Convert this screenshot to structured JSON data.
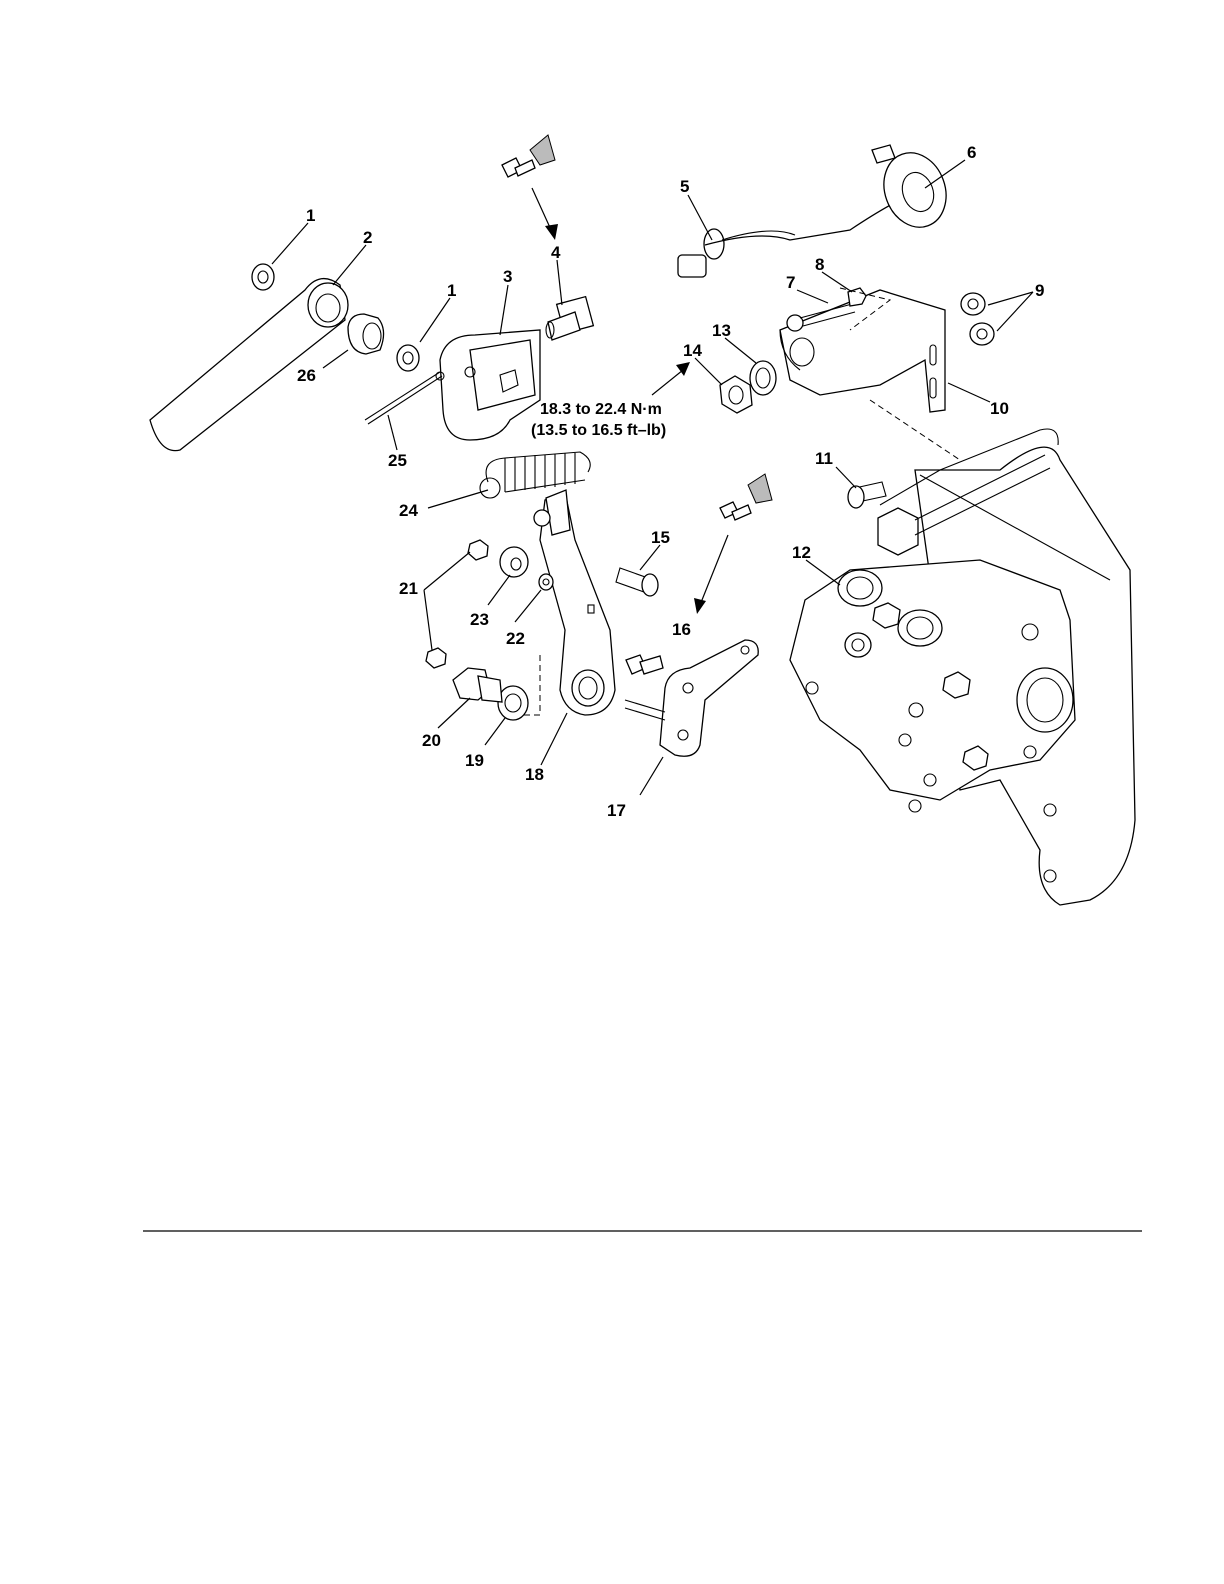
{
  "callouts": {
    "c1a": "1",
    "c1b": "1",
    "c2": "2",
    "c3": "3",
    "c4": "4",
    "c5": "5",
    "c6": "6",
    "c7": "7",
    "c8": "8",
    "c9": "9",
    "c10": "10",
    "c11": "11",
    "c12": "12",
    "c13": "13",
    "c14": "14",
    "c15": "15",
    "c16": "16",
    "c17": "17",
    "c18": "18",
    "c19": "19",
    "c20": "20",
    "c21": "21",
    "c22": "22",
    "c23": "23",
    "c24": "24",
    "c25": "25",
    "c26": "26"
  },
  "torque_spec": {
    "metric": "18.3 to 22.4 N·m",
    "imperial": "(13.5 to 16.5 ft–lb)"
  },
  "colors": {
    "line": "#000000",
    "background": "#ffffff",
    "adhesive_tag": "#bbbbbb"
  }
}
